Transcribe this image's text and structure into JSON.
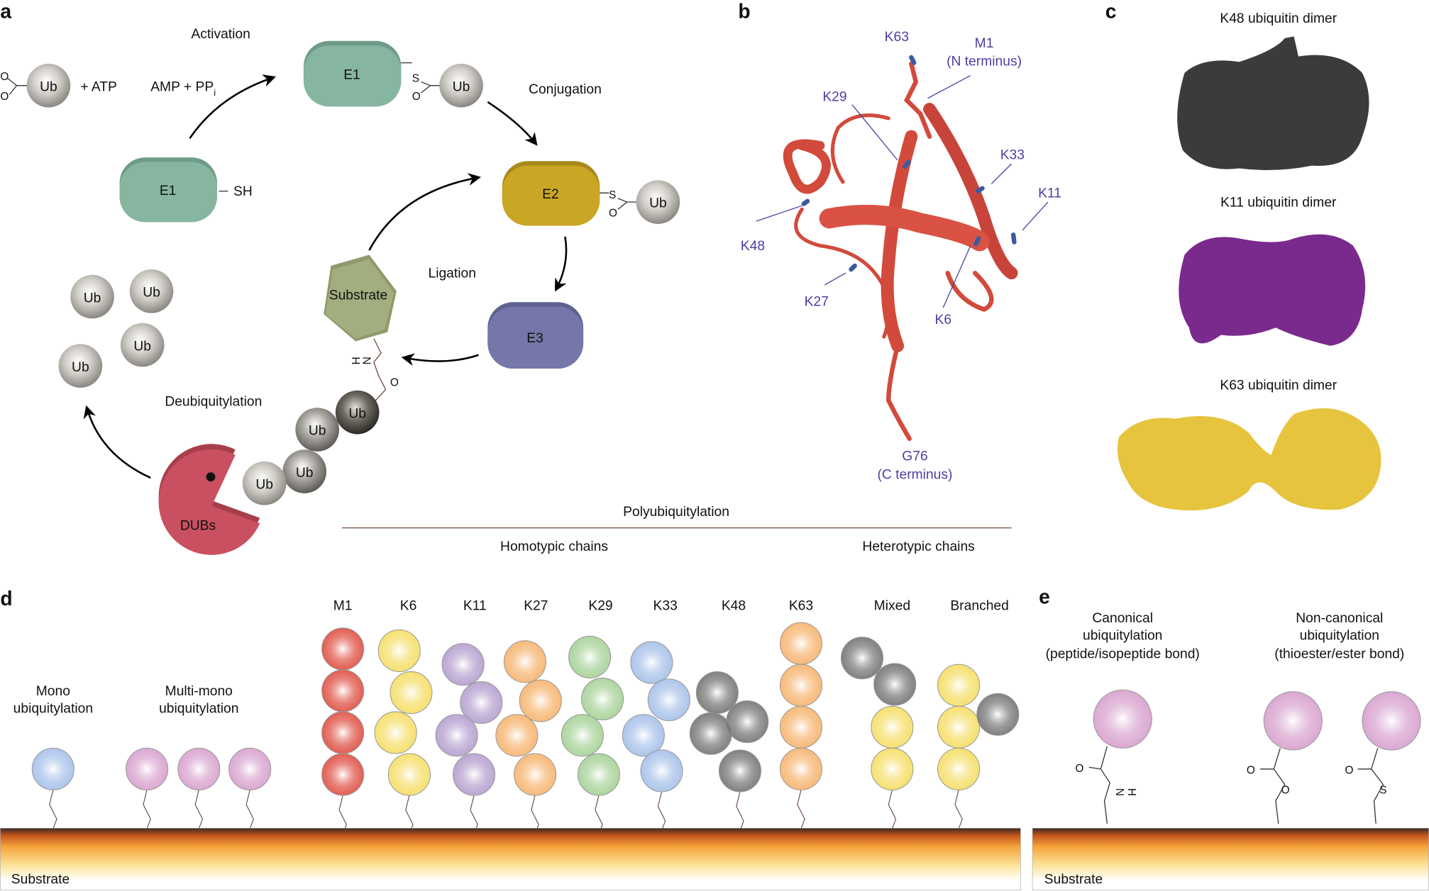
{
  "panels": {
    "a": "a",
    "b": "b",
    "c": "c",
    "d": "d",
    "e": "e"
  },
  "panel_a": {
    "activation": "Activation",
    "atp": "+ ATP",
    "amp_pp": "AMP + PP",
    "amp_sub": "i",
    "conjugation": "Conjugation",
    "ligation": "Ligation",
    "deubiquitylation": "Deubiquitylation",
    "e1": "E1",
    "e2": "E2",
    "e3": "E3",
    "sh": "SH",
    "substrate": "Substrate",
    "dubs": "DUBs",
    "ub": "Ub",
    "chem": {
      "o": "O",
      "s": "S",
      "n": "N",
      "h": "H"
    },
    "polyubiquitylation": "Polyubiquitylation",
    "homotypic": "Homotypic chains",
    "heterotypic": "Heterotypic chains"
  },
  "panel_b": {
    "labels": [
      "K63",
      "M1",
      "(N terminus)",
      "K29",
      "K33",
      "K11",
      "K48",
      "K27",
      "K6",
      "G76",
      "(C terminus)"
    ],
    "ribbon_color": "#d24a3c",
    "label_color": "#4a3fa0"
  },
  "panel_c": {
    "dimers": [
      {
        "label": "K48 ubiquitin dimer",
        "color": "#3b3b3b"
      },
      {
        "label": "K11 ubiquitin dimer",
        "color": "#7a2a8c"
      },
      {
        "label": "K63 ubiquitin dimer",
        "color": "#e6c43e"
      }
    ]
  },
  "panel_d": {
    "mono": [
      "Mono",
      "ubiquitylation"
    ],
    "multi": [
      "Multi-mono",
      "ubiquitylation"
    ],
    "chains": [
      {
        "label": "M1",
        "colors": [
          "red",
          "red",
          "red",
          "red"
        ]
      },
      {
        "label": "K6",
        "colors": [
          "yellow",
          "yellow",
          "yellow",
          "yellow"
        ]
      },
      {
        "label": "K11",
        "colors": [
          "purple",
          "purple",
          "purple",
          "purple"
        ]
      },
      {
        "label": "K27",
        "colors": [
          "orange",
          "orange",
          "orange",
          "orange"
        ]
      },
      {
        "label": "K29",
        "colors": [
          "green",
          "green",
          "green",
          "green"
        ]
      },
      {
        "label": "K33",
        "colors": [
          "blue",
          "blue",
          "blue",
          "blue"
        ]
      },
      {
        "label": "K48",
        "colors": [
          "gray",
          "gray",
          "gray",
          "gray"
        ]
      },
      {
        "label": "K63",
        "colors": [
          "orange",
          "orange",
          "orange",
          "orange"
        ]
      },
      {
        "label": "Mixed",
        "colors": [
          "gray",
          "gray",
          "yellow",
          "yellow"
        ]
      },
      {
        "label": "Branched",
        "colors": [
          "yellow",
          "yellow",
          "yellow",
          "gray"
        ]
      }
    ],
    "substrate": "Substrate"
  },
  "panel_e": {
    "canonical": [
      "Canonical",
      "ubiquitylation",
      "(peptide/isopeptide bond)"
    ],
    "noncanonical": [
      "Non-canonical",
      "ubiquitylation",
      "(thioester/ester bond)"
    ],
    "substrate": "Substrate"
  },
  "colors": {
    "red": "#e0564a",
    "yellow": "#f5df6a",
    "purple": "#b7a2d0",
    "orange": "#f7b673",
    "green": "#a9d39a",
    "blue": "#a9c2ea",
    "gray": "#7a7a7a",
    "pink": "#d9a4cf",
    "e1": "#86b6a0",
    "e2": "#c9a624",
    "e3": "#7577a8",
    "substrate": "#a2ad80",
    "dubs": "#c95060"
  }
}
